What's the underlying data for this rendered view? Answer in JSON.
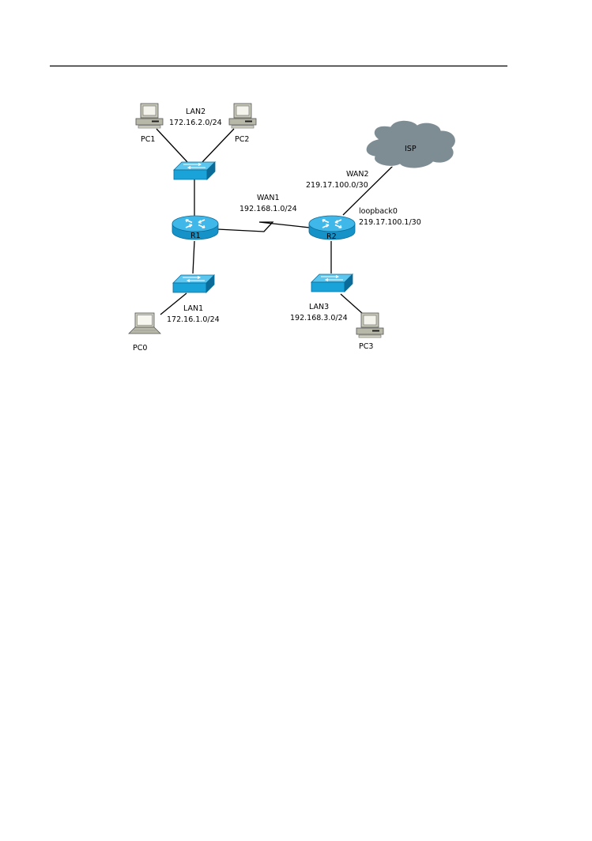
{
  "nodes": {
    "pc0": "PC0",
    "pc1": "PC1",
    "pc2": "PC2",
    "pc3": "PC3",
    "r1": "R1",
    "r2": "R2",
    "isp": "ISP"
  },
  "networks": {
    "lan1": {
      "name": "LAN1",
      "subnet": "172.16.1.0/24"
    },
    "lan2": {
      "name": "LAN2",
      "subnet": "172.16.2.0/24"
    },
    "lan3": {
      "name": "LAN3",
      "subnet": "192.168.3.0/24"
    },
    "wan1": {
      "name": "WAN1",
      "subnet": "192.168.1.0/24"
    },
    "wan2": {
      "name": "WAN2",
      "subnet": "219.17.100.0/30"
    },
    "loopback": {
      "name": "loopback0",
      "subnet": "219.17.100.1/30"
    }
  },
  "colors": {
    "device_blue": "#1aa3d9",
    "device_dark": "#0b6c99",
    "cloud": "#7e8c94",
    "pc_beige": "#c8c8b8"
  }
}
